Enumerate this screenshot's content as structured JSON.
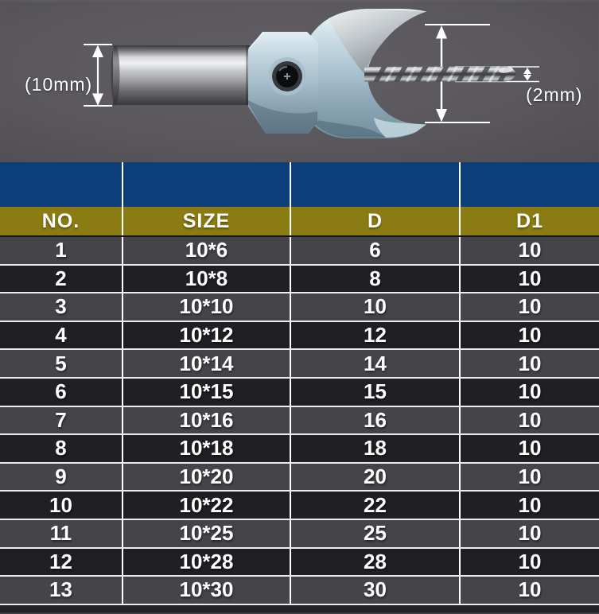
{
  "photo": {
    "shank_dim_label": "(10mm)",
    "drill_dim_label": "(2mm)"
  },
  "table": {
    "columns": [
      "NO.",
      "SIZE",
      "D",
      "D1"
    ],
    "rows": [
      [
        "1",
        "10*6",
        "6",
        "10"
      ],
      [
        "2",
        "10*8",
        "8",
        "10"
      ],
      [
        "3",
        "10*10",
        "10",
        "10"
      ],
      [
        "4",
        "10*12",
        "12",
        "10"
      ],
      [
        "5",
        "10*14",
        "14",
        "10"
      ],
      [
        "6",
        "10*15",
        "15",
        "10"
      ],
      [
        "7",
        "10*16",
        "16",
        "10"
      ],
      [
        "8",
        "10*18",
        "18",
        "10"
      ],
      [
        "9",
        "10*20",
        "20",
        "10"
      ],
      [
        "10",
        "10*22",
        "22",
        "10"
      ],
      [
        "11",
        "10*25",
        "25",
        "10"
      ],
      [
        "12",
        "10*28",
        "28",
        "10"
      ],
      [
        "13",
        "10*30",
        "30",
        "10"
      ]
    ]
  },
  "colors": {
    "photo_bg": "#59575b",
    "blue_band": "#0d3e7c",
    "olive_header": "#8a7b12",
    "row_light": "#454449",
    "row_dark": "#201f23",
    "separator": "#ededed",
    "bottom_strip": "#232227",
    "text": "#ffffff"
  }
}
